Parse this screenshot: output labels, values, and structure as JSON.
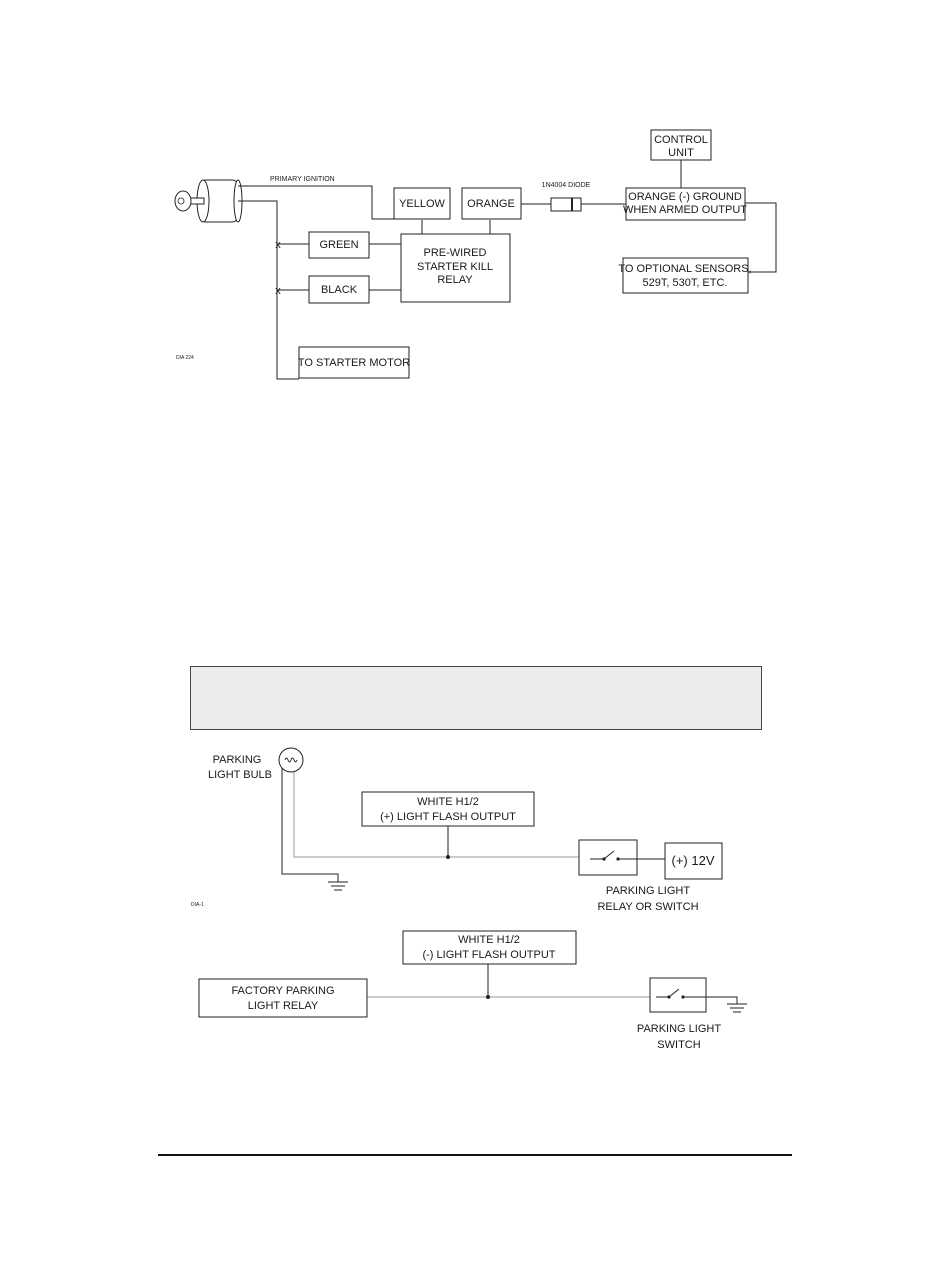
{
  "diagram1": {
    "primary_ignition": "PRIMARY IGNITION",
    "yellow": "YELLOW",
    "orange": "ORANGE",
    "diode": "1N4004 DIODE",
    "control_unit": [
      "CONTROL",
      "UNIT"
    ],
    "orange_output": [
      "ORANGE (-) GROUND",
      "WHEN ARMED OUTPUT"
    ],
    "green": "GREEN",
    "black": "BLACK",
    "relay": [
      "PRE-WIRED",
      "STARTER KILL",
      "RELAY"
    ],
    "sensors": [
      "TO OPTIONAL SENSORS,",
      "529T, 530T, ETC."
    ],
    "starter_motor": "TO STARTER MOTOR",
    "diagram_id": "DIA 224",
    "cross_mark": "x"
  },
  "diagram2": {
    "parking_bulb": [
      "PARKING",
      "LIGHT BULB"
    ],
    "white_pos": [
      "WHITE H1/2",
      "(+) LIGHT FLASH OUTPUT"
    ],
    "power": "(+) 12V",
    "relay_switch": [
      "PARKING LIGHT",
      "RELAY OR SWITCH"
    ],
    "diagram_id": "DIA-1"
  },
  "diagram3": {
    "white_neg": [
      "WHITE H1/2",
      "(-) LIGHT FLASH OUTPUT"
    ],
    "factory_relay": [
      "FACTORY PARKING",
      "LIGHT RELAY"
    ],
    "switch": [
      "PARKING LIGHT",
      "SWITCH"
    ]
  },
  "icons": {
    "ignition": "ignition-key-icon",
    "diode": "diode-icon",
    "bulb": "light-bulb-icon",
    "ground": "ground-icon",
    "switch": "switch-icon"
  }
}
